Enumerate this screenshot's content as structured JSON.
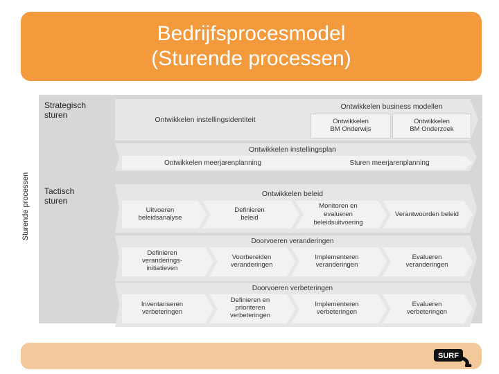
{
  "title": {
    "line1": "Bedrijfsprocesmodel",
    "line2": "(Sturende processen)"
  },
  "side_label": "Sturende processen",
  "rows": {
    "strategic": {
      "label_l1": "Strategisch",
      "label_l2": "sturen"
    },
    "tactical": {
      "label_l1": "Tactisch",
      "label_l2": "sturen"
    }
  },
  "strategic": {
    "identiteit": "Ontwikkelen instellingsidentiteit",
    "business_models": "Ontwikkelen business modellen",
    "bm_onderwijs_l1": "Ontwikkelen",
    "bm_onderwijs_l2": "BM Onderwijs",
    "bm_onderzoek_l1": "Ontwikkelen",
    "bm_onderzoek_l2": "BM Onderzoek",
    "instellingsplan": "Ontwikkelen instellingsplan",
    "meerjarenplanning": "Ontwikkelen meerjarenplanning",
    "sturen_meerjaren": "Sturen meerjarenplanning"
  },
  "tactical": {
    "beleid": "Ontwikkelen beleid",
    "beleid_steps": [
      {
        "l1": "Uitvoeren",
        "l2": "beleidsanalyse",
        "l3": ""
      },
      {
        "l1": "Definieren",
        "l2": "beleid",
        "l3": ""
      },
      {
        "l1": "Monitoren en",
        "l2": "evalueren",
        "l3": "beleidsuitvoering"
      },
      {
        "l1": "Verantwoorden beleid",
        "l2": "",
        "l3": ""
      }
    ],
    "veranderingen": "Doorvoeren veranderingen",
    "veranderingen_steps": [
      {
        "l1": "Definieren",
        "l2": "veranderings-",
        "l3": "initiatieven"
      },
      {
        "l1": "Voorbereiden",
        "l2": "veranderingen",
        "l3": ""
      },
      {
        "l1": "Implementeren",
        "l2": "veranderingen",
        "l3": ""
      },
      {
        "l1": "Evalueren",
        "l2": "veranderingen",
        "l3": ""
      }
    ],
    "verbeteringen": "Doorvoeren verbeteringen",
    "verbeteringen_steps": [
      {
        "l1": "Inventariseren",
        "l2": "verbeteringen",
        "l3": ""
      },
      {
        "l1": "Definieren en",
        "l2": "prioriteren",
        "l3": "verbeteringen"
      },
      {
        "l1": "Implementeren",
        "l2": "verbeteringen",
        "l3": ""
      },
      {
        "l1": "Evalueren",
        "l2": "verbeteringen",
        "l3": ""
      }
    ]
  },
  "logo_text": "SURF",
  "colors": {
    "banner": "#f39a3d",
    "footer": "#f2c99a",
    "band": "#d7d7d7",
    "chevron": "#e6e6e6"
  }
}
